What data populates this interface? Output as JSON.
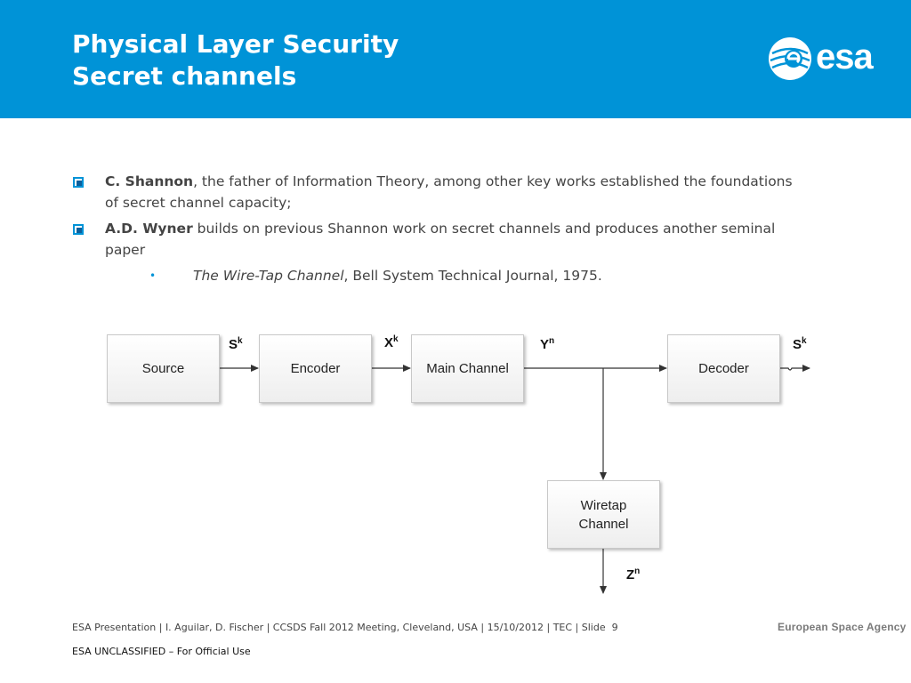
{
  "header": {
    "title_line1": "Physical Layer Security",
    "title_line2": "Secret channels",
    "logo_text": "esa"
  },
  "bullets": [
    {
      "bold": "C. Shannon",
      "text": ", the father of Information Theory, among other key works established the foundations of secret channel capacity;"
    },
    {
      "bold": "A.D. Wyner",
      "text": " builds on previous Shannon work on secret channels and produces another seminal paper"
    }
  ],
  "sub_bullet": {
    "italic": "The Wire-Tap Channel",
    "text": ", Bell System Technical Journal, 1975."
  },
  "diagram": {
    "nodes": {
      "source": "Source",
      "encoder": "Encoder",
      "main_channel": "Main Channel",
      "decoder": "Decoder",
      "wiretap_line1": "Wiretap",
      "wiretap_line2": "Channel"
    },
    "labels": {
      "sk_in": {
        "base": "S",
        "sup": "k"
      },
      "xk": {
        "base": "X",
        "sup": "k"
      },
      "yn": {
        "base": "Y",
        "sup": "n"
      },
      "sk_out": {
        "base": "S",
        "sup": "k"
      },
      "zn": {
        "base": "Z",
        "sup": "n"
      }
    }
  },
  "footer": {
    "line": "ESA Presentation | I. Aguilar, D. Fischer | CCSDS Fall 2012 Meeting, Cleveland, USA | 15/10/2012 | TEC | Slide",
    "slide_number": "9",
    "classification": "ESA UNCLASSIFIED – For Official Use",
    "agency": "European Space Agency"
  }
}
